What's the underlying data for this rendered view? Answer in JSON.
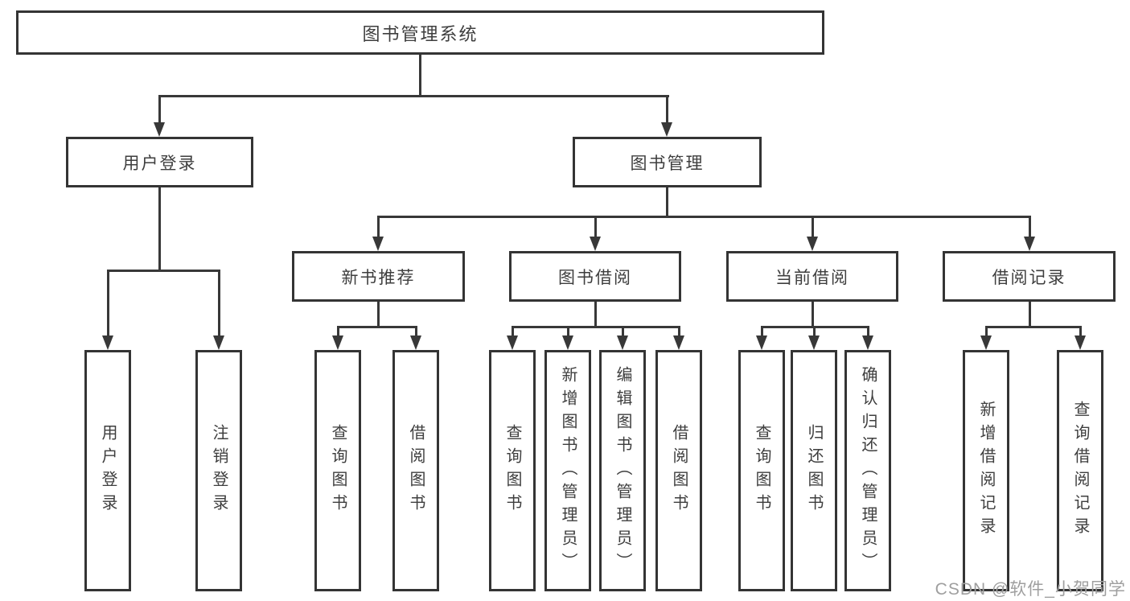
{
  "colors": {
    "line": "#383838",
    "box_border": "#343434",
    "text": "#3e3e3e",
    "watermark": "#9f9f9f",
    "background": "#ffffff"
  },
  "watermark": {
    "text": "CSDN @软件_小贺同学"
  },
  "tree": {
    "root": {
      "label": "图书管理系统"
    },
    "branches": [
      {
        "label": "用户登录",
        "children": [
          {
            "label": "用户登录"
          },
          {
            "label": "注销登录"
          }
        ]
      },
      {
        "label": "图书管理",
        "children": [
          {
            "label": "新书推荐",
            "children": [
              {
                "label": "查询图书"
              },
              {
                "label": "借阅图书"
              }
            ]
          },
          {
            "label": "图书借阅",
            "children": [
              {
                "label": "查询图书"
              },
              {
                "label": "新增图书（管理员）"
              },
              {
                "label": "编辑图书（管理员）"
              },
              {
                "label": "借阅图书"
              }
            ]
          },
          {
            "label": "当前借阅",
            "children": [
              {
                "label": "查询图书"
              },
              {
                "label": "归还图书"
              },
              {
                "label": "确认归还（管理员）"
              }
            ]
          },
          {
            "label": "借阅记录",
            "children": [
              {
                "label": "新增借阅记录"
              },
              {
                "label": "查询借阅记录"
              }
            ]
          }
        ]
      }
    ]
  }
}
